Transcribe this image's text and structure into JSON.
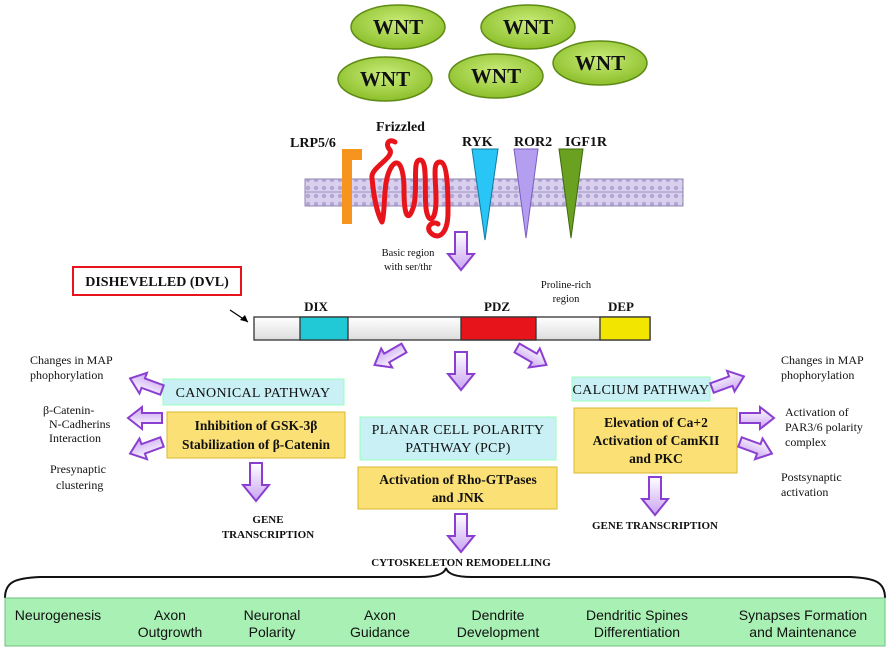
{
  "ligands": [
    "WNT",
    "WNT",
    "WNT",
    "WNT",
    "WNT"
  ],
  "receptors": {
    "lrp": "LRP5/6",
    "frizzled": "Frizzled",
    "ryk": "RYK",
    "ror2": "ROR2",
    "igf1r": "IGF1R"
  },
  "dvl": {
    "title": "DISHEVELLED (DVL)",
    "domains": {
      "dix": "DIX",
      "pdz": "PDZ",
      "dep": "DEP"
    },
    "region_basic": [
      "Basic region",
      "with ser/thr"
    ],
    "region_proline": [
      "Proline-rich",
      "region"
    ]
  },
  "canonical": {
    "header": "CANONICAL PATHWAY",
    "body": [
      "Inhibition of GSK-3β",
      "Stabilization of β-Catenin"
    ],
    "outputs": [
      [
        "Changes in MAP",
        "phophorylation"
      ],
      [
        "β-Catenin-",
        "N-Cadherins",
        "Interaction"
      ],
      [
        "Presynaptic",
        "clustering"
      ]
    ],
    "result": [
      "GENE",
      "TRANSCRIPTION"
    ]
  },
  "pcp": {
    "header": [
      "PLANAR CELL POLARITY",
      "PATHWAY (PCP)"
    ],
    "body": [
      "Activation of Rho-GTPases",
      "and JNK"
    ],
    "result": "CYTOSKELETON REMODELLING"
  },
  "calcium": {
    "header": "CALCIUM PATHWAY",
    "body": [
      "Elevation of Ca+2",
      "Activation of CamKII",
      "and PKC"
    ],
    "outputs": [
      [
        "Changes in MAP",
        "phophorylation"
      ],
      [
        "Activation of",
        "PAR3/6 polarity",
        "complex"
      ],
      [
        "Postsynaptic",
        "activation"
      ]
    ],
    "result": "GENE TRANSCRIPTION"
  },
  "outcomes": [
    [
      "Neurogenesis"
    ],
    [
      "Axon",
      "Outgrowth"
    ],
    [
      "Neuronal",
      "Polarity"
    ],
    [
      "Axon",
      "Guidance"
    ],
    [
      "Dendrite",
      "Development"
    ],
    [
      "Dendritic Spines",
      "Differentiation"
    ],
    [
      "Synapses Formation",
      "and Maintenance"
    ]
  ],
  "colors": {
    "wnt_fill": "#99cc33",
    "lrp": "#f7941d",
    "frizzled": "#e8141b",
    "ryk": "#29c5f6",
    "ror2": "#b49ef0",
    "igf1r": "#6aa121",
    "dix": "#21c9d6",
    "pdz": "#e8141b",
    "dep": "#f2e600",
    "header_box": "#c8f0f5",
    "body_box": "#fbe076",
    "outcome_band": "#a8f0b4",
    "arrow": "#8a3fd0",
    "dvl_border": "#e8141b"
  }
}
